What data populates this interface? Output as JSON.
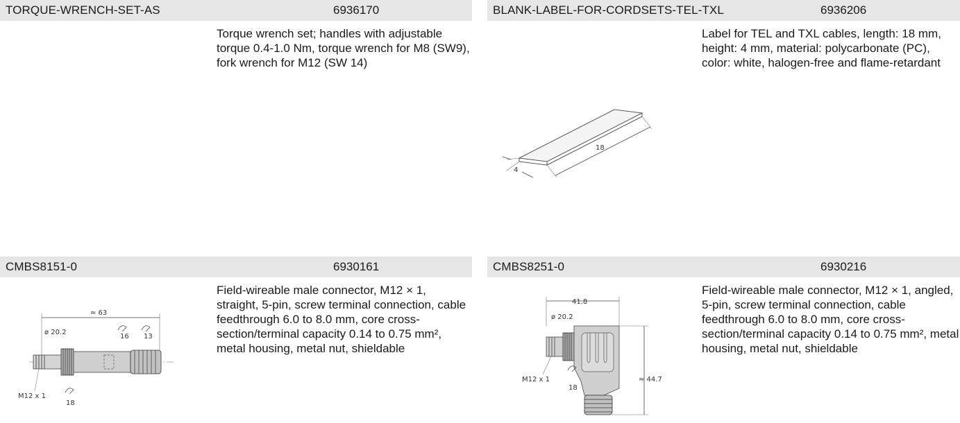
{
  "products": [
    {
      "name": "TORQUE-WRENCH-SET-AS",
      "number": "6936170",
      "description": "Torque wrench set; handles with adjustable torque 0.4-1.0 Nm, torque wrench for M8 (SW9), fork wrench for M12 (SW 14)"
    },
    {
      "name": "BLANK-LABEL-FOR-CORDSETS-TEL-TXL",
      "number": "6936206",
      "description": "Label for TEL and TXL cables, length: 18 mm, height: 4 mm, material: polycarbonate (PC), color: white, halogen-free and flame-retardant",
      "drawing": {
        "length": "18",
        "height": "4"
      }
    },
    {
      "name": "CMBS8151-0",
      "number": "6930161",
      "description": "Field-wireable male connector, M12 × 1, straight, 5-pin, screw terminal connection, cable feedthrough 6.0 to 8.0 mm, core cross-section/terminal capacity 0.14 to 0.75 mm², metal housing, metal nut, shieldable",
      "drawing": {
        "overall_length": "≈ 63",
        "diameter": "ø 20.2",
        "wrench_1": "16",
        "wrench_2": "13",
        "wrench_3": "18",
        "thread": "M12 x 1"
      }
    },
    {
      "name": "CMBS8251-0",
      "number": "6930216",
      "description": "Field-wireable male connector, M12 × 1, angled, 5-pin, screw terminal connection, cable feedthrough 6.0 to 8.0 mm, core cross-section/terminal capacity 0.14 to 0.75 mm², metal housing, metal nut, shieldable",
      "drawing": {
        "width": "41.8",
        "diameter": "ø 20.2",
        "thread": "M12 x 1",
        "wrench": "18",
        "height": "≈ 44.7"
      }
    }
  ]
}
